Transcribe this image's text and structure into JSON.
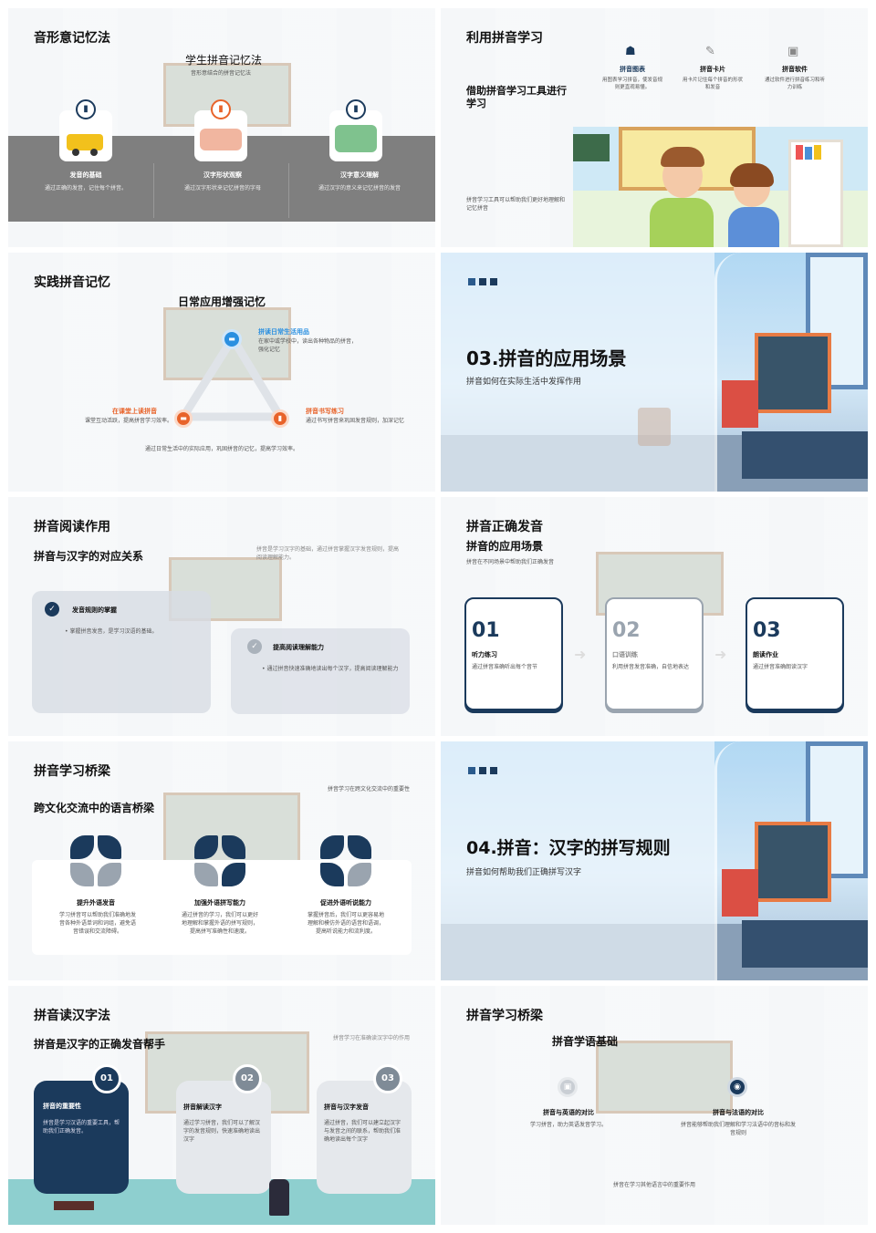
{
  "s1": {
    "title": "音形意记忆法",
    "heading": "学生拼音记忆法",
    "subheading": "音形意结合的拼音记忆法",
    "items": [
      {
        "label": "发音的基础",
        "desc": "通过正确的发音，记住每个拼音。"
      },
      {
        "label": "汉字形状观察",
        "desc": "通过汉字形状来记忆拼音的字母"
      },
      {
        "label": "汉字意义理解",
        "desc": "通过汉字的意义来记忆拼音的发音"
      }
    ]
  },
  "s2": {
    "title": "利用拼音学习",
    "subtitle": "借助拼音学习工具进行学习",
    "footer": "拼音学习工具可以帮助我们更好地理解和记忆拼音",
    "items": [
      {
        "label": "拼音图表",
        "desc": "用图表学习拼音，使发音规则更直观易懂。"
      },
      {
        "label": "拼音卡片",
        "desc": "用卡片记住每个拼音的形状和发音"
      },
      {
        "label": "拼音软件",
        "desc": "通过软件进行拼音练习和听力训练"
      }
    ]
  },
  "s3": {
    "title": "实践拼音记忆",
    "heading": "日常应用增强记忆",
    "footer": "通过日常生活中的实际应用，巩固拼音的记忆，提高学习效率。",
    "top": {
      "label": "拼读日常生活用品",
      "desc": "在家中或学校中，读出各种物品的拼音，强化记忆"
    },
    "left": {
      "label": "在课堂上读拼音",
      "desc": "课堂互动活跃，提高拼音学习效率。"
    },
    "right": {
      "label": "拼音书写练习",
      "desc": "通过书写拼音来巩固发音规则，加深记忆"
    }
  },
  "s4": {
    "title": "03.拼音的应用场景",
    "subtitle": "拼音如何在实际生活中发挥作用"
  },
  "s5": {
    "title": "拼音阅读作用",
    "subtitle": "拼音与汉字的对应关系",
    "note": "拼音是学习汉字的基础，通过拼音掌握汉字发音规则，提高阅读理解能力。",
    "card1": {
      "label": "发音规则的掌握",
      "bullet": "掌握拼音发音，是学习汉语的基础。"
    },
    "card2": {
      "label": "提高阅读理解能力",
      "bullet": "通过拼音快速准确地读出每个汉字，提高阅读理解能力"
    }
  },
  "s6": {
    "title": "拼音正确发音",
    "subtitle": "拼音的应用场景",
    "note": "拼音在不同场景中帮助我们正确发音",
    "cards": [
      {
        "num": "01",
        "label": "听力练习",
        "desc": "通过拼音准确听出每个音节"
      },
      {
        "num": "02",
        "label": "口语训练",
        "desc": "利用拼音发音准确，自信地表达"
      },
      {
        "num": "03",
        "label": "朗读作业",
        "desc": "通过拼音准确朗读汉字"
      }
    ]
  },
  "s7": {
    "title": "拼音学习桥梁",
    "subtitle": "跨文化交流中的语言桥梁",
    "note": "拼音学习在跨文化交流中的重要性",
    "items": [
      {
        "label": "提升外语发音",
        "desc": "学习拼音可以帮助我们准确地发音各种外语单词和词组，避免语音错误和交流障碍。"
      },
      {
        "label": "加强外语拼写能力",
        "desc": "通过拼音的学习，我们可以更好地理解和掌握外语的拼写规则，提高拼写准确性和速度。"
      },
      {
        "label": "促进外语听说能力",
        "desc": "掌握拼音后，我们可以更容易地理解和模仿外语的语音和语调，提高听说能力和流利度。"
      }
    ]
  },
  "s8": {
    "title": "04.拼音：汉字的拼写规则",
    "subtitle": "拼音如何帮助我们正确拼写汉字"
  },
  "s9": {
    "title": "拼音读汉字法",
    "subtitle": "拼音是汉字的正确发音帮手",
    "note": "拼音学习在准确读汉字中的作用",
    "cards": [
      {
        "num": "01",
        "label": "拼音的重要性",
        "desc": "拼音是学习汉语的重要工具，帮助我们正确发音。"
      },
      {
        "num": "02",
        "label": "拼音解读汉字",
        "desc": "通过学习拼音，我们可以了解汉字的发音规则，快速准确地读出汉字"
      },
      {
        "num": "03",
        "label": "拼音与汉字发音",
        "desc": "通过拼音，我们可以建立起汉字与发音之间的联系，帮助我们准确地读出每个汉字"
      }
    ]
  },
  "s10": {
    "title": "拼音学习桥梁",
    "heading": "拼音学语基础",
    "footer": "拼音在学习其他语言中的重要作用",
    "items": [
      {
        "label": "拼音与英语的对比",
        "desc": "学习拼音，助力英语发音学习。"
      },
      {
        "label": "拼音与法语的对比",
        "desc": "拼音能够帮助我们理解和学习法语中的音标和发音规则"
      }
    ]
  },
  "colors": {
    "navy": "#1b3a5c",
    "orange": "#e8632a",
    "blue": "#2a8fe0",
    "gray": "#7a7a7a"
  }
}
